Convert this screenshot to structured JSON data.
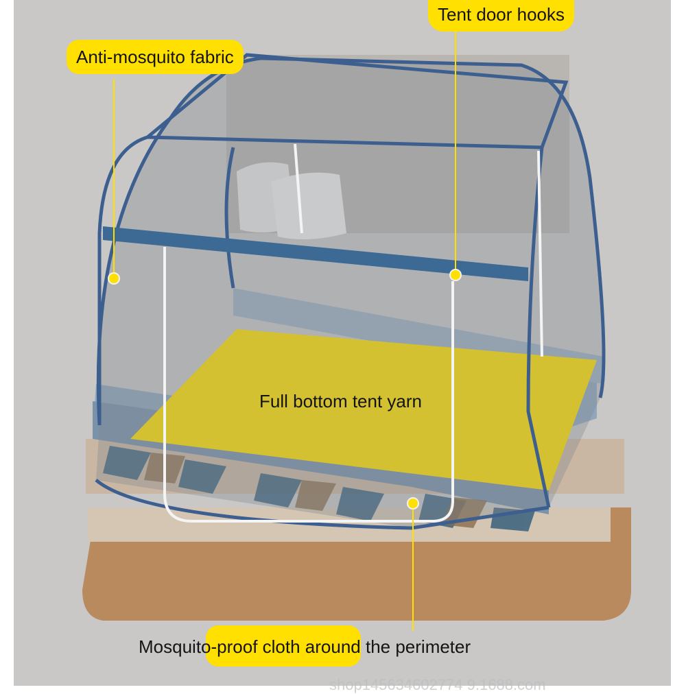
{
  "labels": {
    "fabric": "Anti-mosquito fabric",
    "hooks": "Tent door hooks",
    "bottom": "Full bottom tent yarn",
    "perimeter": "Mosquito-proof cloth around the perimeter",
    "watermark": "shop145634602774 9.1688.com"
  },
  "colors": {
    "callout": "#ffe000",
    "tent_frame": "#3d5f8f",
    "wood_base": "#b88a5e"
  }
}
